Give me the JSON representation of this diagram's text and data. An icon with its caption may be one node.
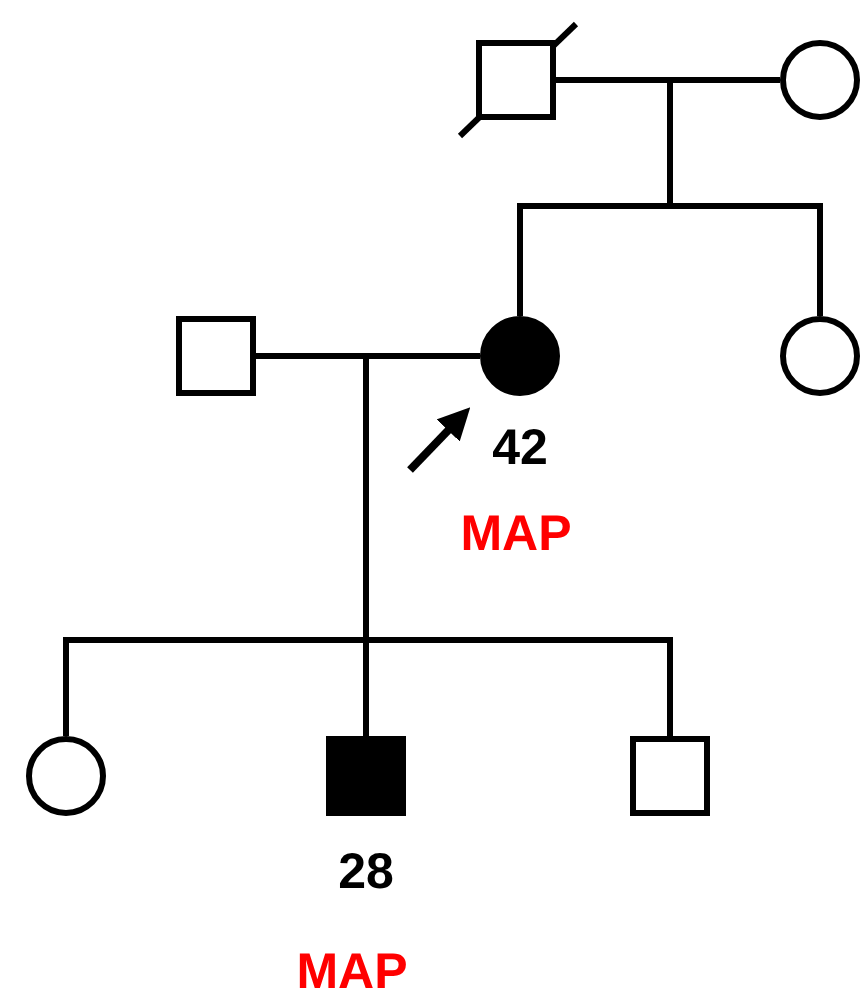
{
  "diagram": {
    "nodes": [
      {
        "text": [],
        "shape": "box"
      },
      {
        "text": [],
        "shape": "circle"
      },
      {
        "text": [],
        "shape": "box"
      },
      {
        "text": [],
        "shape": "circle",
        "beside": [
          "42",
          "MAP"
        ]
      },
      {
        "text": [],
        "shape": "circle"
      },
      {
        "text": [],
        "shape": "circle"
      },
      {
        "text": [],
        "shape": "box",
        "beside": [
          "28",
          "MAP"
        ]
      },
      {
        "text": [],
        "shape": "box"
      }
    ],
    "edges": [
      {
        "from": 0,
        "to": 1,
        "arrow": "none"
      },
      {
        "from": 0,
        "to": 3,
        "arrow": "none"
      },
      {
        "from": 1,
        "to": 3,
        "arrow": "none"
      },
      {
        "from": 0,
        "to": 4,
        "arrow": "none"
      },
      {
        "from": 1,
        "to": 4,
        "arrow": "none"
      },
      {
        "from": 2,
        "to": 3,
        "arrow": "none"
      },
      {
        "from": 2,
        "to": 5,
        "arrow": "none"
      },
      {
        "from": 3,
        "to": 5,
        "arrow": "none"
      },
      {
        "from": 2,
        "to": 6,
        "arrow": "none"
      },
      {
        "from": 3,
        "to": 6,
        "arrow": "none"
      },
      {
        "from": 2,
        "to": 7,
        "arrow": "none"
      },
      {
        "from": 3,
        "to": 7,
        "arrow": "none"
      },
      {
        "from": null,
        "to": 3,
        "arrow": "to"
      }
    ]
  }
}
